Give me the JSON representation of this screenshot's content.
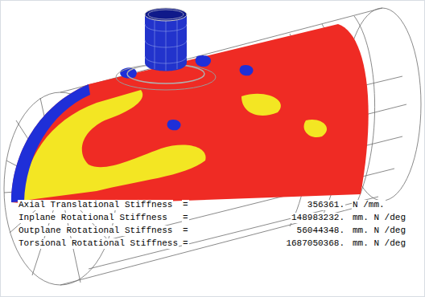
{
  "diagram": {
    "labels": [
      "Axial Translational Stiffness",
      "=",
      "356361.",
      "N /mm.",
      "Inplane Rotational Stiffness",
      "=",
      "148983232.",
      "mm. N /deg",
      "Outplane Rotational Stiffness",
      "=",
      "56044348.",
      "mm. N /deg",
      "Torsional Rotational Stiffness",
      "=",
      "1687050368.",
      "mm. N /deg"
    ]
  }
}
